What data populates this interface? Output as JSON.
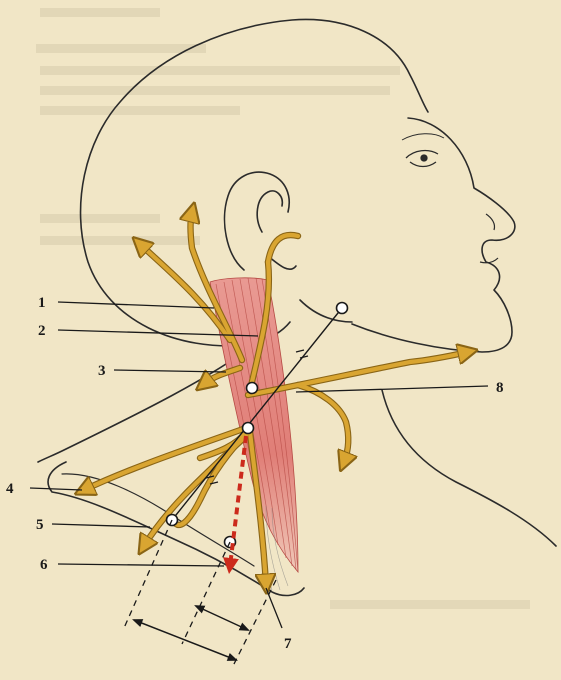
{
  "labels": [
    "1",
    "2",
    "3",
    "4",
    "5",
    "6",
    "7",
    "8"
  ],
  "colors": {
    "background": "#f1e6c6",
    "outline": "#2b2b2b",
    "nerve": "#d9a531",
    "nerve_edge": "#8a6516",
    "muscle": "#e58a82",
    "muscle_stroke": "#b64a44",
    "dashed_arrow": "#cc2a1c"
  }
}
